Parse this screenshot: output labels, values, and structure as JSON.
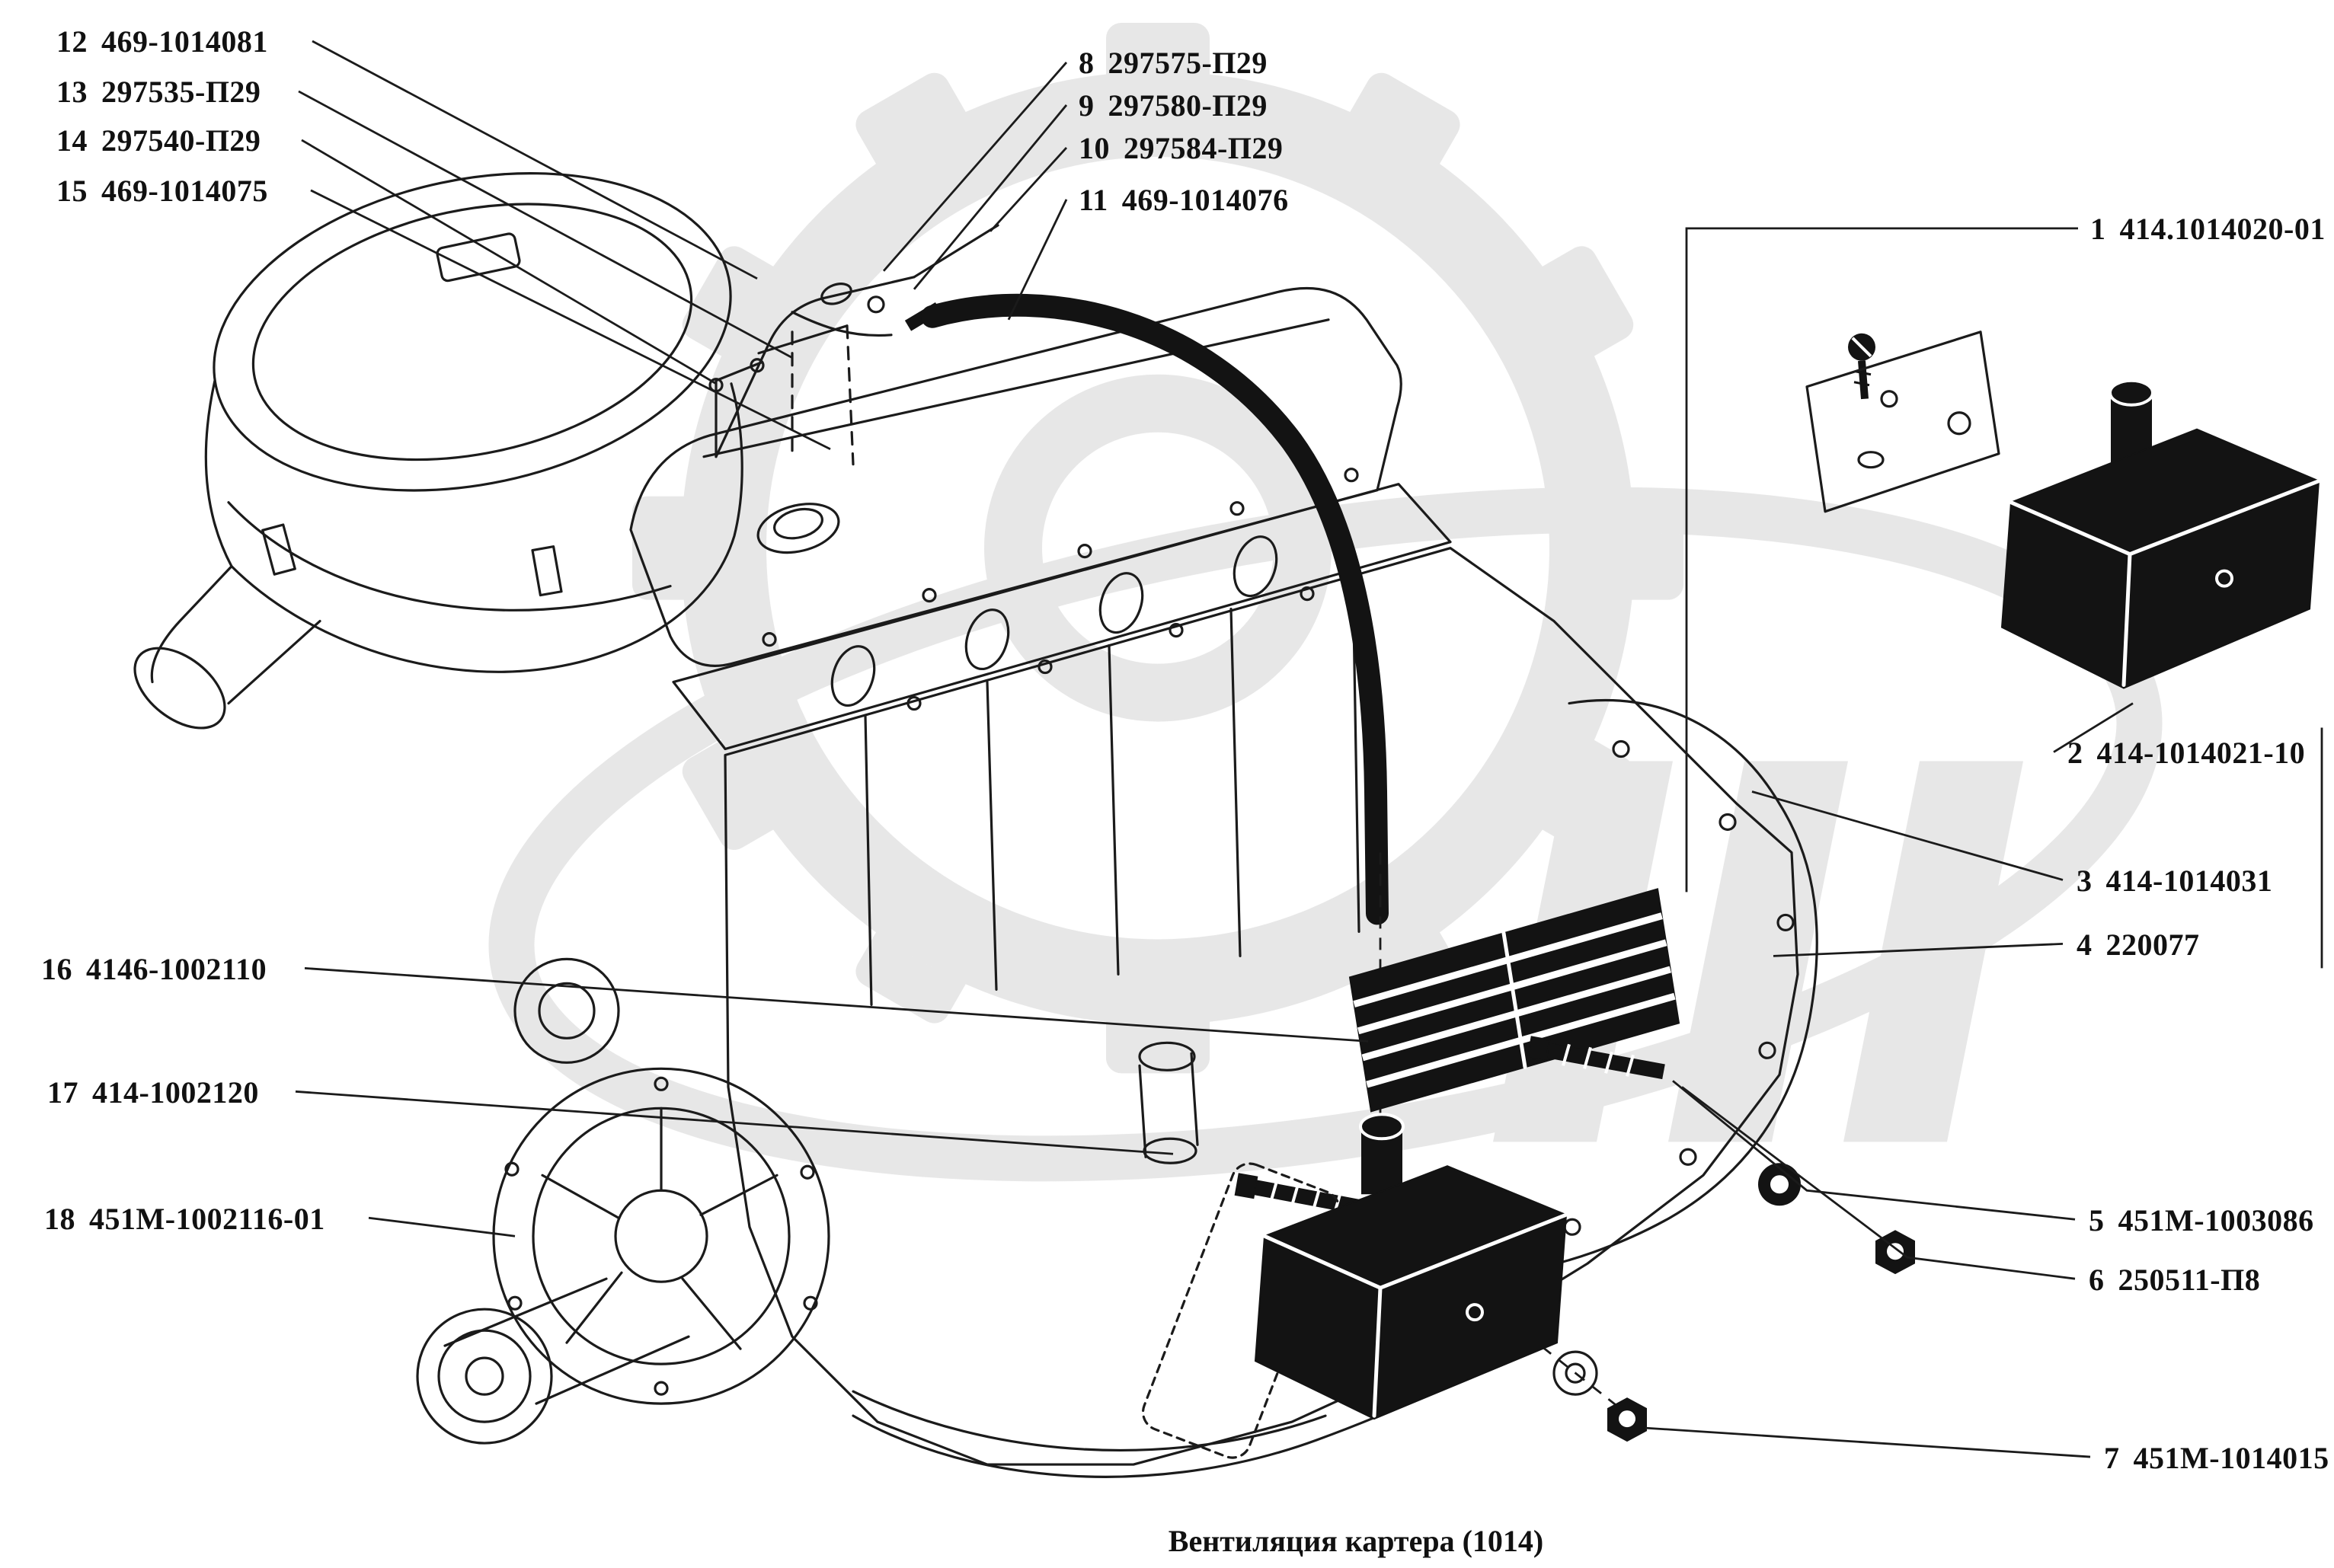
{
  "figure": {
    "caption": "Вентиляция картера (1014)",
    "watermark_icon": "gear-logo"
  },
  "colors": {
    "ink": "#1b1b1b",
    "paper": "#ffffff",
    "part_fill": "#131313",
    "watermark": "#cfcfcf"
  },
  "callouts": {
    "left_top": [
      {
        "num": "12",
        "part": "469-1014081"
      },
      {
        "num": "13",
        "part": "297535-П29"
      },
      {
        "num": "14",
        "part": "297540-П29"
      },
      {
        "num": "15",
        "part": "469-1014075"
      }
    ],
    "top": [
      {
        "num": "8",
        "part": "297575-П29"
      },
      {
        "num": "9",
        "part": "297580-П29"
      },
      {
        "num": "10",
        "part": "297584-П29"
      },
      {
        "num": "11",
        "part": "469-1014076"
      }
    ],
    "right": [
      {
        "num": "1",
        "part": "414.1014020-01"
      },
      {
        "num": "2",
        "part": "414-1014021-10"
      },
      {
        "num": "3",
        "part": "414-1014031"
      },
      {
        "num": "4",
        "part": "220077"
      },
      {
        "num": "5",
        "part": "451М-1003086"
      },
      {
        "num": "6",
        "part": "250511-П8"
      },
      {
        "num": "7",
        "part": "451М-1014015"
      }
    ],
    "left_mid": [
      {
        "num": "16",
        "part": "4146-1002110"
      },
      {
        "num": "17",
        "part": "414-1002120"
      },
      {
        "num": "18",
        "part": "451М-1002116-01"
      }
    ]
  }
}
